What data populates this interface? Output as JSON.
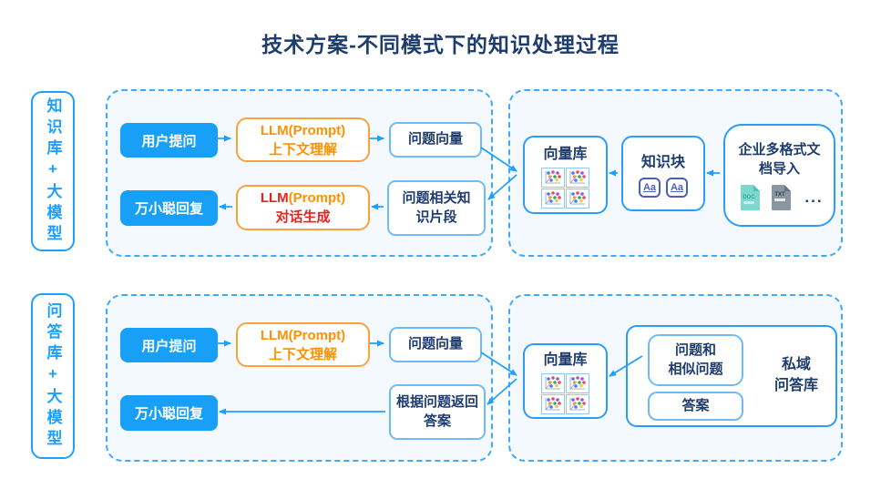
{
  "title": "技术方案-不同模式下的知识处理过程",
  "colors": {
    "accent_blue": "#18A0F8",
    "border_blue": "#2B9CF8",
    "dashed_blue": "#41A8FF",
    "navy_text": "#1E3C6E",
    "orange": "#FF9100",
    "red": "#E8231D",
    "doc_teal": "#7ED7CE",
    "txt_gray": "#8A97A3"
  },
  "row1": {
    "side_label": "知识库+大模型",
    "user_question": "用户提问",
    "llm_understand": {
      "line1": "LLM(Prompt)",
      "line2": "上下文理解"
    },
    "question_vector": "问题向量",
    "reply": "万小聪回复",
    "llm_generate": {
      "llm": "LLM",
      "prompt": "(Prompt)",
      "line2": "对话生成"
    },
    "related_segment": {
      "line1": "问题相关知",
      "line2": "识片段"
    },
    "vector_db": "向量库",
    "knowledge_block": "知识块",
    "aa_icon_text": "Aa",
    "doc_import": {
      "line1": "企业多格式文",
      "line2": "档导入"
    },
    "doc_icon_label": "DOC",
    "txt_icon_label": "TXT",
    "ellipsis": "..."
  },
  "row2": {
    "side_label": "问答库+大模型",
    "user_question": "用户提问",
    "llm_understand": {
      "line1": "LLM(Prompt)",
      "line2": "上下文理解"
    },
    "question_vector": "问题向量",
    "reply": "万小聪回复",
    "answer_return": {
      "line1": "根据问题返回",
      "line2": "答案"
    },
    "vector_db": "向量库",
    "qa_pair": {
      "line1": "问题和",
      "line2": "相似问题"
    },
    "answer": "答案",
    "private_qa": {
      "line1": "私域",
      "line2": "问答库"
    }
  }
}
